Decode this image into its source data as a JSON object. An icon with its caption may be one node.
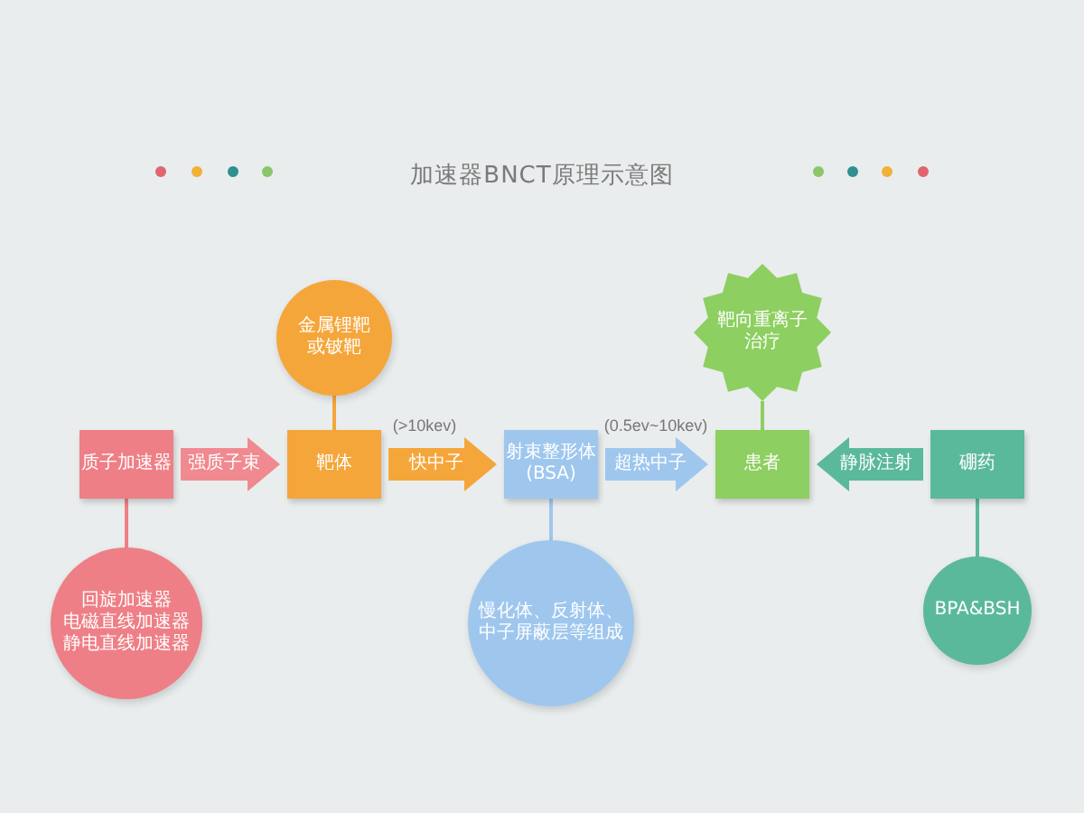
{
  "diagram": {
    "title": "加速器BNCT原理示意图",
    "nodes": [
      {
        "text": [
          "金属锂靶或铍靶"
        ]
      },
      {
        "text": [
          "靶向重离子治疗"
        ]
      },
      {
        "text": [
          "质子加速器"
        ]
      },
      {
        "text": [
          "靶体"
        ]
      },
      {
        "text": [
          "射束整形体(BSA)"
        ]
      },
      {
        "text": [
          "患者"
        ]
      },
      {
        "text": [
          "硼药"
        ]
      },
      {
        "text": [
          "回旋加速器",
          "电磁直线加速器",
          "静电直线加速器"
        ]
      },
      {
        "text": [
          "慢化体、反射体、中子屏蔽层等组成"
        ]
      },
      {
        "text": [
          "BPA&BSH"
        ]
      }
    ],
    "edges": [
      {
        "from": 2,
        "to": 3,
        "arrow": "to",
        "label": "强质子束",
        "style": "thick",
        "color": "#f08a90"
      },
      {
        "from": 3,
        "to": 4,
        "arrow": "to",
        "label": "快中子",
        "style": "thick",
        "color": "#f5a63a"
      },
      {
        "from": 4,
        "to": 5,
        "arrow": "to",
        "label": "超热中子",
        "style": "thick",
        "color": "#9fc7ee"
      },
      {
        "from": 6,
        "to": 5,
        "arrow": "to",
        "label": "静脉注射",
        "style": "thick",
        "color": "#5bb99b"
      },
      {
        "from": 0,
        "to": 3,
        "arrow": "none",
        "color": "#f5a63a"
      },
      {
        "from": 1,
        "to": 5,
        "arrow": "none",
        "color": "#8dcf60"
      },
      {
        "from": 2,
        "to": 7,
        "arrow": "none",
        "color": "#ee7f86"
      },
      {
        "from": 4,
        "to": 8,
        "arrow": "none",
        "color": "#9fc7ee"
      },
      {
        "from": 6,
        "to": 9,
        "arrow": "none",
        "color": "#5bb99b"
      }
    ],
    "labels": [
      "(>10kev)",
      "(0.5ev~10kev)"
    ]
  }
}
